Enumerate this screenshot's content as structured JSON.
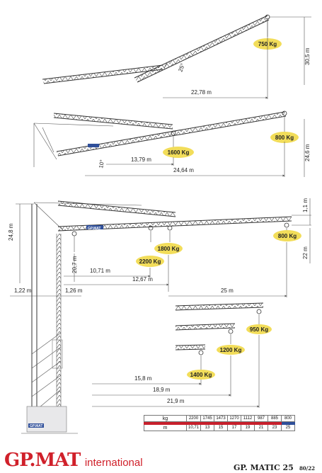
{
  "configs": [
    {
      "id": "luffed-25",
      "angle": "25°",
      "load": "750 Kg",
      "height": "30,5 m",
      "radius": "22,78 m"
    },
    {
      "id": "luffed-10",
      "angle": "10°",
      "load_tip": "800 Kg",
      "load_mid": "1600 Kg",
      "height": "24,6 m",
      "radius_mid": "13,79 m",
      "radius_tip": "24,64 m"
    },
    {
      "id": "horizontal",
      "height_total": "24,8 m",
      "height_tip": "1,1 m",
      "height_hook": "22 m",
      "height_under": "20,7 m",
      "base_left": "1,22 m",
      "base_right": "1,26 m",
      "radius_2200": "10,71 m",
      "radius_1800": "12,67 m",
      "radius_800": "25 m",
      "load_2200": "2200 Kg",
      "load_1800": "1800 Kg",
      "load_800": "800 Kg",
      "jib_logo": "GP.MAT",
      "mast_logo": "GP.MAT"
    },
    {
      "id": "reduced",
      "load_950": "950 Kg",
      "load_1200": "1200 Kg",
      "load_1400": "1400 Kg",
      "radius_1400": "15,8 m",
      "radius_1200": "18,9 m",
      "radius_950": "21,9 m"
    }
  ],
  "load_table": {
    "kg_label": "kg",
    "m_label": "m",
    "kg": [
      "2200",
      "1745",
      "1473",
      "1270",
      "1112",
      "987",
      "885",
      "800"
    ],
    "m": [
      "10,71",
      "13",
      "15",
      "17",
      "19",
      "21",
      "23",
      "25"
    ]
  },
  "footer": {
    "brand": "GP.MAT",
    "brand_suffix": "international",
    "model": "GP. MATIC 25",
    "code": "80/22",
    "brand_color": "#d0202a",
    "badge_color": "#f2dd5a"
  }
}
